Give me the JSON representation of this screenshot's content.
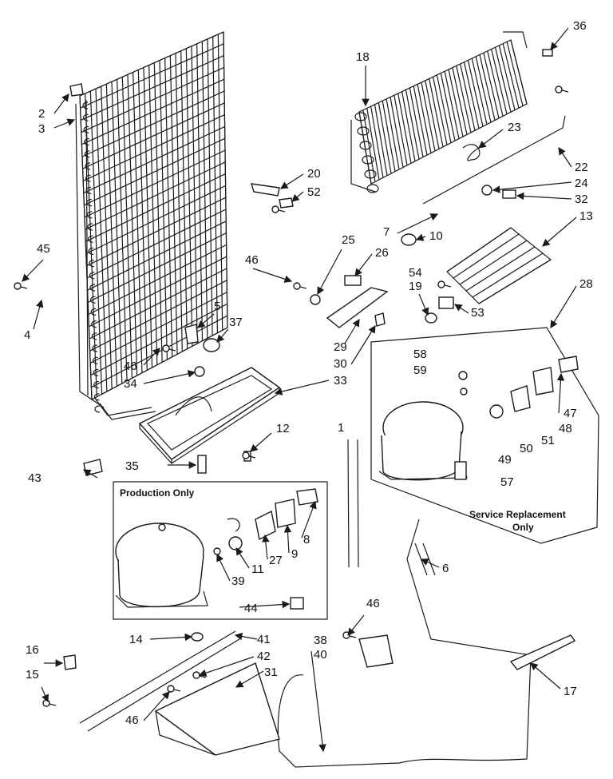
{
  "boxes": {
    "production": "Production Only",
    "service_line1": "Service Replacement",
    "service_line2": "Only"
  },
  "callouts": [
    "1",
    "2",
    "3",
    "4",
    "5",
    "6",
    "7",
    "8",
    "9",
    "10",
    "11",
    "12",
    "13",
    "14",
    "15",
    "16",
    "17",
    "18",
    "19",
    "20",
    "22",
    "23",
    "24",
    "25",
    "26",
    "27",
    "28",
    "29",
    "30",
    "31",
    "32",
    "33",
    "34",
    "35",
    "36",
    "37",
    "38",
    "39",
    "40",
    "41",
    "42",
    "43",
    "44",
    "45",
    "46",
    "46",
    "46",
    "46",
    "46",
    "47",
    "48",
    "49",
    "50",
    "51",
    "52",
    "53",
    "54",
    "57",
    "58",
    "59"
  ],
  "colors": {
    "ink": "#1a1a1a",
    "paper": "#ffffff"
  }
}
